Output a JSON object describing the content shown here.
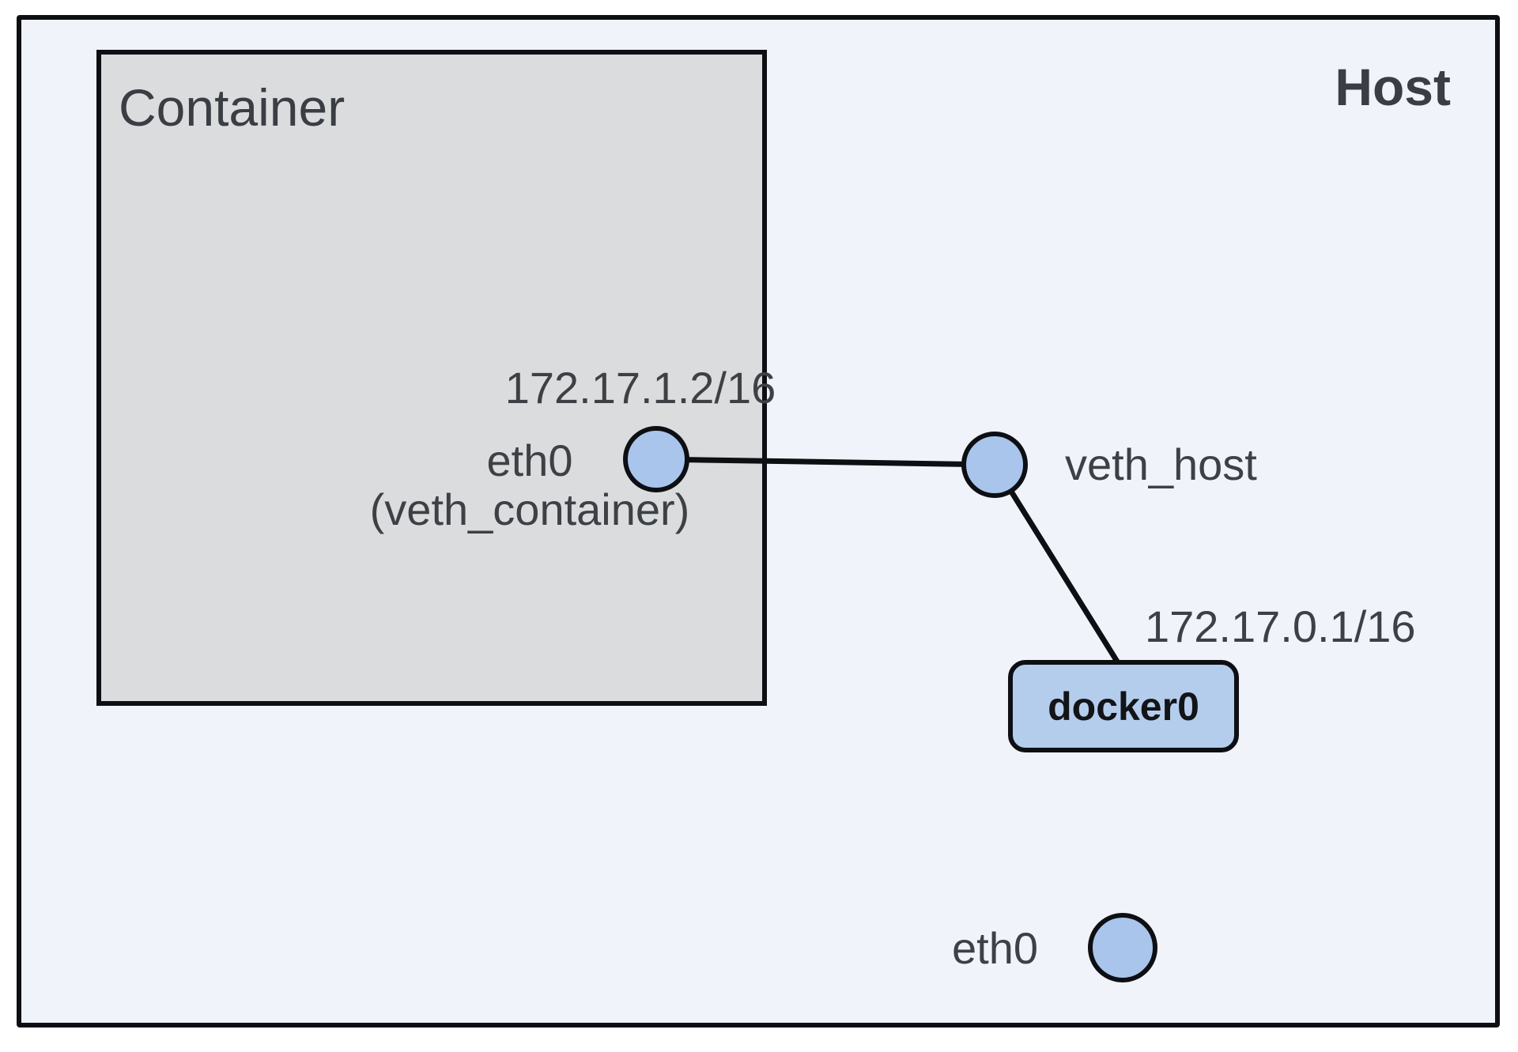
{
  "diagram": {
    "host": {
      "label": "Host"
    },
    "container": {
      "label": "Container"
    },
    "container_eth0": {
      "ip": "172.17.1.2/16",
      "name": "eth0",
      "alias": "(veth_container)"
    },
    "veth_host": {
      "label": "veth_host"
    },
    "docker0": {
      "label": "docker0",
      "ip": "172.17.0.1/16"
    },
    "host_eth0": {
      "label": "eth0"
    },
    "colors": {
      "line": "#0d0f13",
      "host_fill": "#f0f3fa",
      "container_fill": "#dbdcdd",
      "node_fill": "#a9c5ec",
      "bridge_fill": "#b5cdec",
      "label_text": "#3d4145",
      "title_text": "#3a3e44"
    }
  }
}
